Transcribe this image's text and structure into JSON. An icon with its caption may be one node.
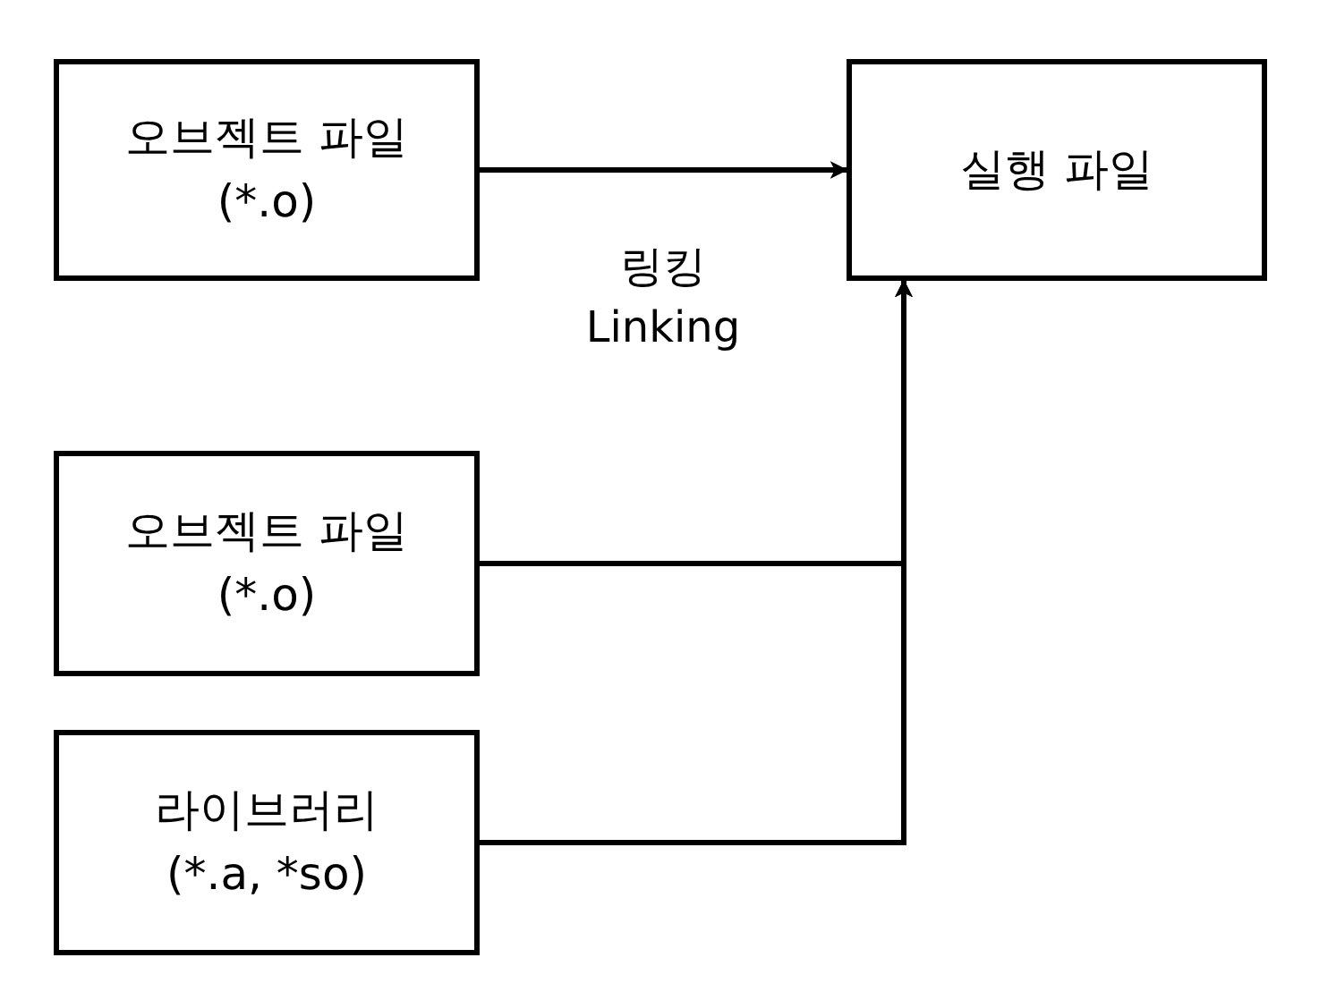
{
  "diagram": {
    "nodes": [
      {
        "text": [
          "오브젝트 파일",
          "(*.o)"
        ]
      },
      {
        "text": [
          "실행 파일"
        ]
      },
      {
        "text": [
          "오브젝트 파일",
          "(*.o)"
        ]
      },
      {
        "text": [
          "라이브러리",
          "(*.a, *so)"
        ]
      }
    ],
    "edges": [
      {
        "from": 0,
        "to": 1,
        "arrow": "to",
        "label": "링킹 Linking"
      },
      {
        "from": 2,
        "to": 1,
        "arrow": "to"
      },
      {
        "from": 3,
        "to": 1,
        "arrow": "to"
      }
    ]
  }
}
